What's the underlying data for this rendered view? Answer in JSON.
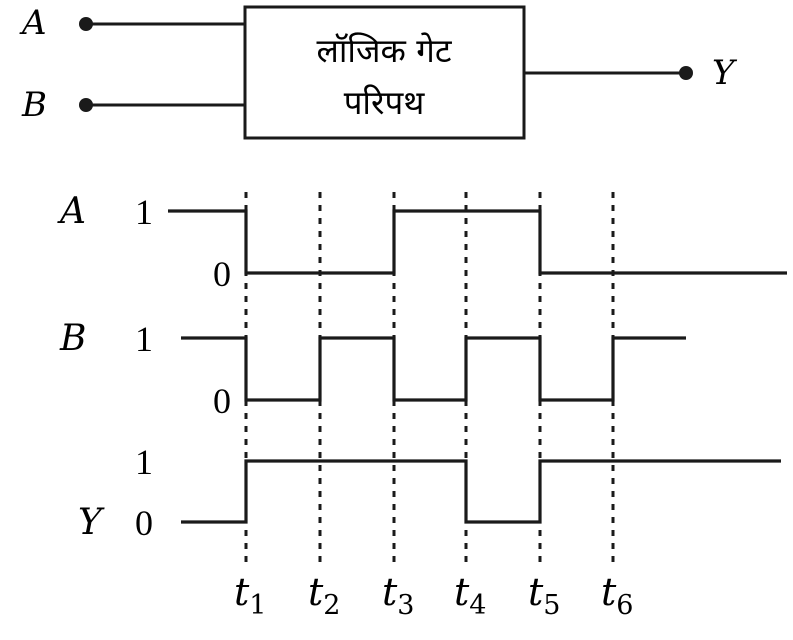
{
  "circuit": {
    "input_a": "A",
    "input_b": "B",
    "output": "Y",
    "box_line1": "लॉजिक गेट",
    "box_line2": "परिपथ"
  },
  "timing": {
    "signals": [
      {
        "name": "A",
        "high_label": "1",
        "low_label": "0",
        "levels": [
          1,
          0,
          0,
          1,
          1,
          0,
          0
        ]
      },
      {
        "name": "B",
        "high_label": "1",
        "low_label": "0",
        "levels": [
          1,
          0,
          1,
          0,
          1,
          0,
          1
        ]
      },
      {
        "name": "Y",
        "high_label": "1",
        "low_label": "0",
        "levels": [
          0,
          1,
          1,
          1,
          0,
          1,
          1
        ]
      }
    ],
    "time_labels": [
      {
        "t": "t",
        "sub": "1"
      },
      {
        "t": "t",
        "sub": "2"
      },
      {
        "t": "t",
        "sub": "3"
      },
      {
        "t": "t",
        "sub": "4"
      },
      {
        "t": "t",
        "sub": "5"
      },
      {
        "t": "t",
        "sub": "6"
      }
    ]
  }
}
